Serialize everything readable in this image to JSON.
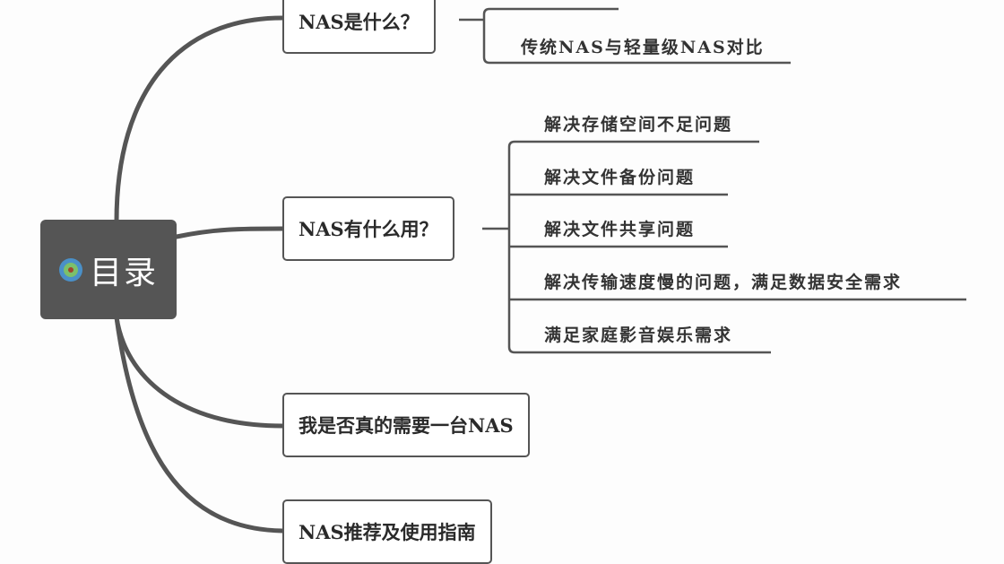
{
  "central": {
    "title": "目录",
    "icon": "target-icon"
  },
  "branches": [
    {
      "label": "NAS是什么？",
      "children": [
        "传统NAS与轻量级NAS对比"
      ]
    },
    {
      "label": "NAS有什么用？",
      "children": [
        "解决存储空间不足问题",
        "解决文件备份问题",
        "解决文件共享问题",
        "解决传输速度慢的问题，满足数据安全需求",
        "满足家庭影音娱乐需求"
      ]
    },
    {
      "label": "我是否真的需要一台NAS"
    },
    {
      "label": "NAS推荐及使用指南"
    }
  ]
}
